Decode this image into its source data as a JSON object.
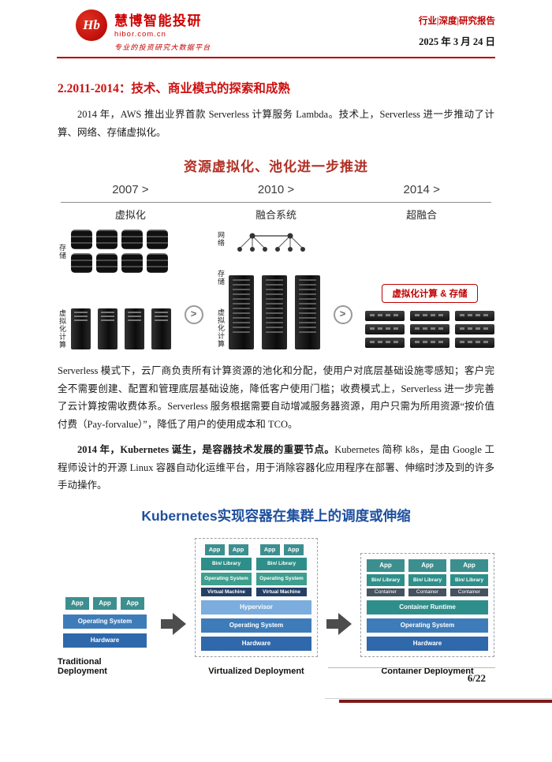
{
  "header": {
    "logo_badge": "Hb",
    "logo_name": "慧博智能投研",
    "logo_domain": "hibor.com.cn",
    "logo_tagline": "专业的投资研究大数据平台",
    "category": "行业|深度|研究报告",
    "date": "2025 年 3 月 24 日"
  },
  "section": {
    "heading": "2.2011-2014：技术、商业模式的探索和成熟",
    "para1": "2014 年，AWS 推出业界首款 Serverless 计算服务 Lambda。技术上，Serverless 进一步推动了计算、网络、存储虚拟化。",
    "para2": "Serverless 模式下，云厂商负责所有计算资源的池化和分配，使用户对底层基础设施零感知；客户完全不需要创建、配置和管理底层基础设施，降低客户使用门槛；收费模式上，Serverless 进一步完善了云计算按需收费体系。Serverless 服务根据需要自动增减服务器资源，用户只需为所用资源“按价值付费（Pay-forvalue）”，降低了用户的使用成本和 TCO。",
    "para3_lead": "2014 年，Kubernetes 诞生，是容器技术发展的重要节点。",
    "para3_rest": "Kubernetes 简称 k8s，是由 Google 工程师设计的开源 Linux 容器自动化运维平台，用于消除容器化应用程序在部署、伸缩时涉及到的许多手动操作。"
  },
  "figure1": {
    "title": "资源虚拟化、池化进一步推进",
    "years": [
      "2007 >",
      "2010 >",
      "2014 >"
    ],
    "stages": [
      "虚拟化",
      "融合系统",
      "超融合"
    ],
    "labels": {
      "storage": "存储",
      "virt_compute": "虚拟化计算",
      "network": "网络",
      "hyper_box": "虚拟化计算 & 存储"
    }
  },
  "figure2": {
    "title": "Kubernetes实现容器在集群上的调度或伸缩",
    "app": "App",
    "bin": "Bin/ Library",
    "os": "Operating System",
    "vm": "Virtual Machine",
    "hypervisor": "Hypervisor",
    "hardware": "Hardware",
    "container": "Container",
    "container_runtime": "Container Runtime",
    "captions": [
      "Traditional Deployment",
      "Virtualized Deployment",
      "Container Deployment"
    ]
  },
  "icons": {
    "arrow_right": ">"
  },
  "footer": {
    "page_number": "6/22"
  },
  "colors": {
    "accent_red": "#c00000",
    "figure1_title": "#b03024",
    "figure2_title": "#1d4f9e",
    "teal": "#2e8f8a",
    "blue": "#3e7cb9",
    "maroon_bar": "#7e1b1b"
  }
}
